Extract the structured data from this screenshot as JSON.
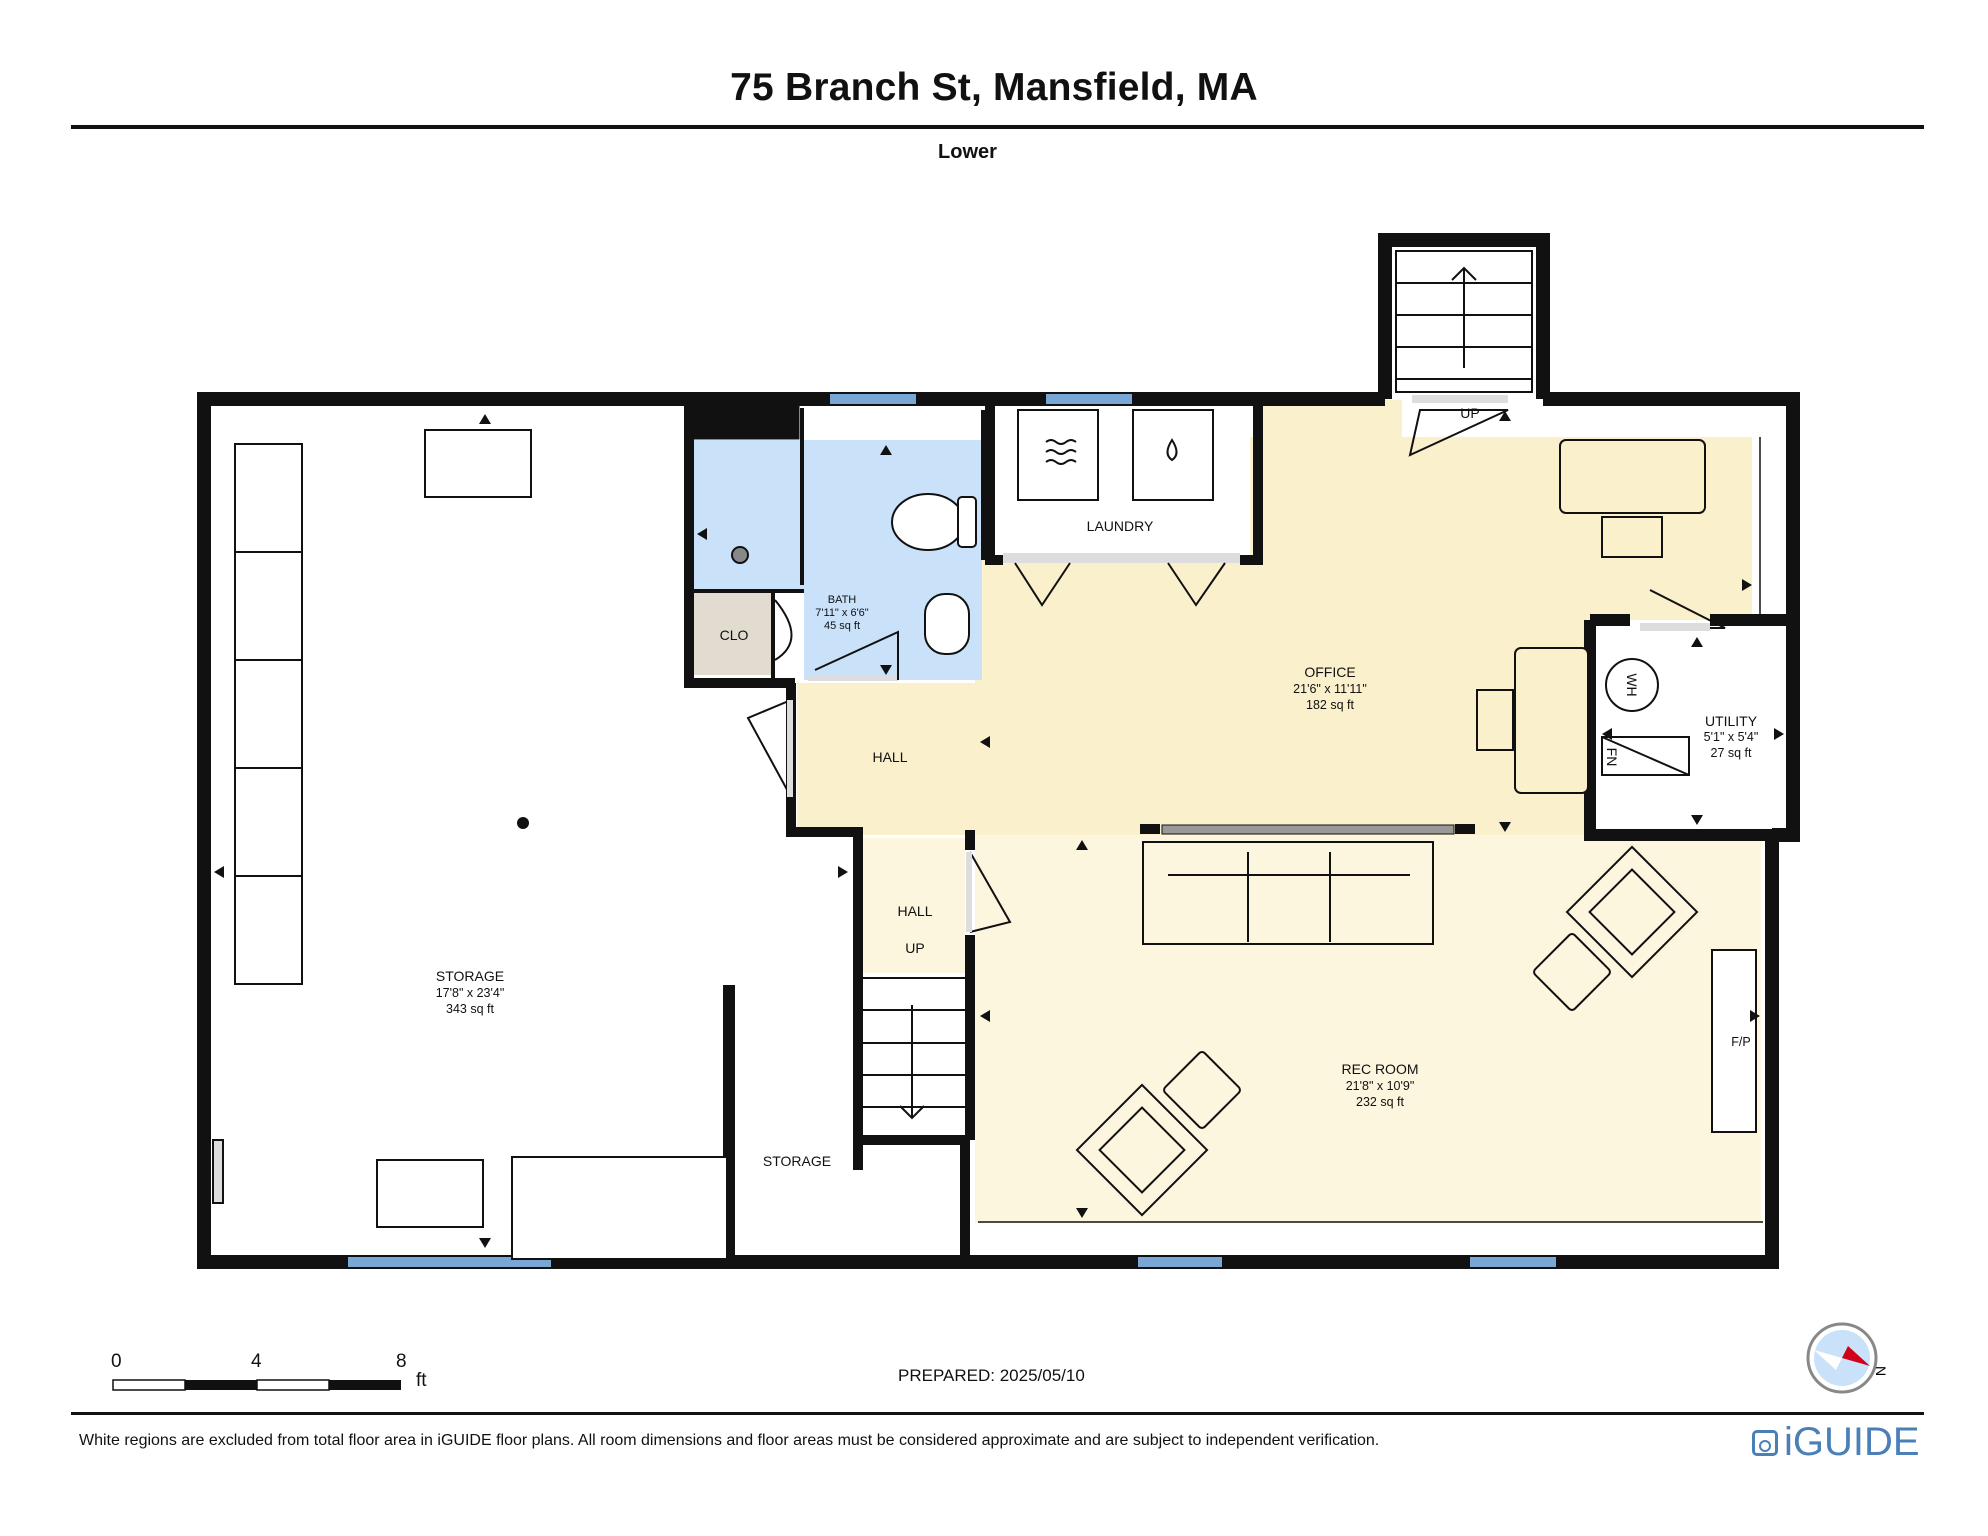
{
  "header": {
    "title": "75 Branch St, Mansfield, MA",
    "level": "Lower"
  },
  "rooms": {
    "storage_main": {
      "name": "STORAGE",
      "dims": "17'8\" x 23'4\"",
      "area": "343 sq ft"
    },
    "storage_small": {
      "name": "STORAGE"
    },
    "bath": {
      "name": "BATH",
      "dims": "7'11\" x 6'6\"",
      "area": "45 sq ft"
    },
    "closet": {
      "name": "CLO"
    },
    "laundry": {
      "name": "LAUNDRY"
    },
    "office": {
      "name": "OFFICE",
      "dims": "21'6\" x 11'11\"",
      "area": "182 sq ft"
    },
    "utility": {
      "name": "UTILITY",
      "dims": "5'1\" x 5'4\"",
      "area": "27 sq ft"
    },
    "hall_upper": {
      "name": "HALL"
    },
    "hall_lower": {
      "name": "HALL"
    },
    "rec_room": {
      "name": "REC ROOM",
      "dims": "21'8\" x 10'9\"",
      "area": "232 sq ft"
    }
  },
  "fixtures": {
    "water_heater": "WH",
    "furnace": "FN",
    "fireplace": "F/P",
    "stairs_up_top": "UP",
    "stairs_up_hall": "UP"
  },
  "scale_bar": {
    "labels": [
      "0",
      "4",
      "8"
    ],
    "unit": "ft"
  },
  "prepared": "PREPARED: 2025/05/10",
  "footer": {
    "disclaimer": "White regions are excluded from total floor area in iGUIDE floor plans. All room dimensions and floor areas must be considered approximate and are subject to independent verification.",
    "brand": "iGUIDE"
  },
  "colors": {
    "office_fill": "#faf0cc",
    "rec_fill": "#fcf6df",
    "bath_fill": "#c9e2fa",
    "closet_fill": "#e2dbd0",
    "window": "#7aa6d6",
    "wall": "#111111",
    "brand": "#4a7fb8",
    "compass_red": "#d0021b"
  }
}
